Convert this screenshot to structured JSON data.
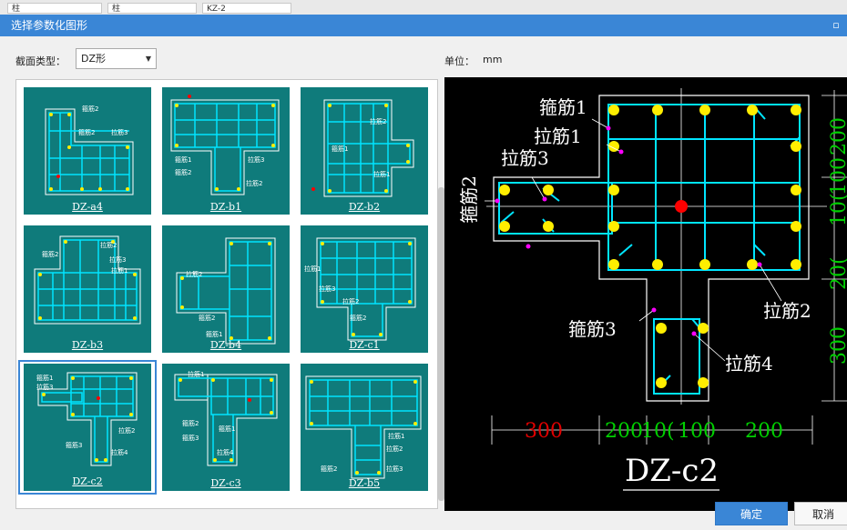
{
  "background": {
    "field1": "柱",
    "field2": "柱",
    "field3": "KZ-2"
  },
  "dialog": {
    "title": "选择参数化图形",
    "maximize_glyph": "▫"
  },
  "section_type": {
    "label": "截面类型：",
    "value": "DZ形"
  },
  "unit": {
    "label": "单位：",
    "value": "mm"
  },
  "shapes": [
    {
      "id": "DZ-a4",
      "selected": false
    },
    {
      "id": "DZ-b1",
      "selected": false
    },
    {
      "id": "DZ-b2",
      "selected": false
    },
    {
      "id": "DZ-b3",
      "selected": false
    },
    {
      "id": "DZ-b4",
      "selected": false
    },
    {
      "id": "DZ-c1",
      "selected": false
    },
    {
      "id": "DZ-c2",
      "selected": true
    },
    {
      "id": "DZ-c3",
      "selected": false
    },
    {
      "id": "DZ-b5",
      "selected": false
    }
  ],
  "preview": {
    "title": "DZ-c2",
    "labels": {
      "stirrup1": "箍筋1",
      "tie1": "拉筋1",
      "tie3": "拉筋3",
      "stirrup2": "箍筋2",
      "tie2": "拉筋2",
      "stirrup3": "箍筋3",
      "tie4": "拉筋4"
    },
    "dims": {
      "b300": "300",
      "b200a": "200",
      "b100a": "10(",
      "b100b": "100",
      "b200b": "200",
      "r200a": "200",
      "r100": "100",
      "r10": "10(",
      "r20": "20(",
      "r300": "300"
    },
    "colors": {
      "bar": "#ffee00",
      "stirrup": "#00e5ff",
      "outline": "#ffffff",
      "dim_green": "#00d000",
      "dim_red": "#e00000",
      "center": "#ff0000",
      "leader": "#ff00ff"
    }
  },
  "buttons": {
    "ok": "确定",
    "cancel": "取消"
  }
}
